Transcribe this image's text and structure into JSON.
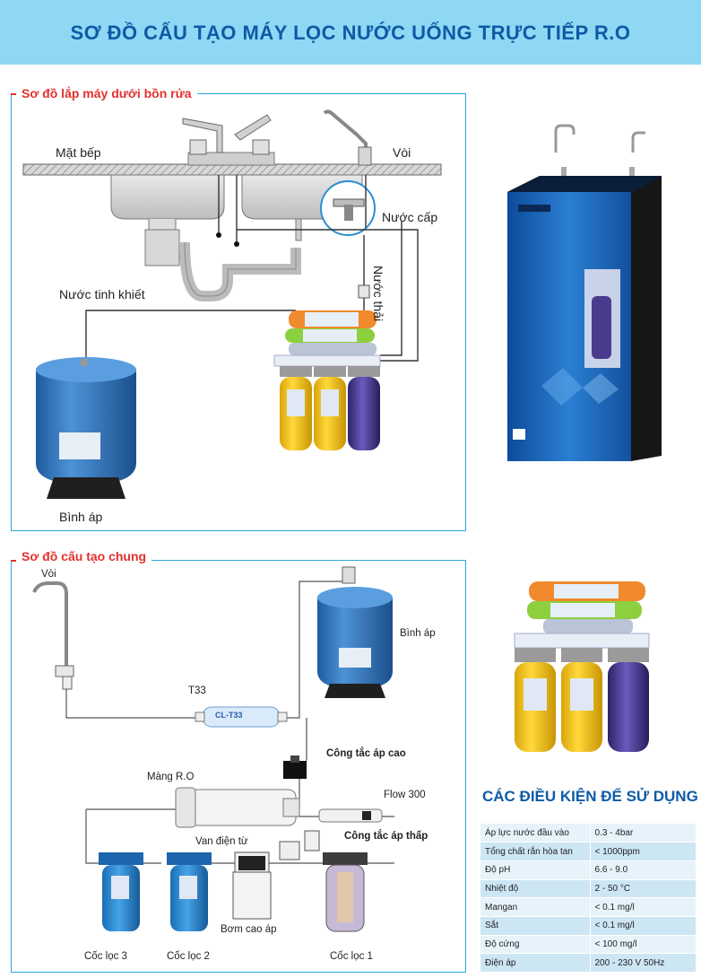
{
  "header": {
    "title": "SƠ ĐỒ CẤU TẠO MÁY LỌC NƯỚC UỐNG TRỰC TIẾP R.O"
  },
  "section_under_sink": {
    "title": "Sơ đồ lắp máy dưới bồn rửa",
    "labels": {
      "countertop": "Mặt bếp",
      "faucet": "Vòi",
      "supply_water": "Nước cấp",
      "waste_water": "Nước thải",
      "pure_water": "Nước tinh khiết",
      "pressure_tank": "Bình áp"
    }
  },
  "section_structure": {
    "title": "Sơ đồ cấu tạo chung",
    "labels": {
      "faucet": "Vòi",
      "pressure_tank": "Bình áp",
      "t33": "T33",
      "t33_cartridge": "CL-T33",
      "high_pressure_switch": "Công tắc áp cao",
      "ro_membrane": "Màng R.O",
      "flow": "Flow 300",
      "solenoid_valve": "Van điện từ",
      "low_pressure_switch": "Công tắc áp thấp",
      "filter3": "Cốc lọc 3",
      "filter2": "Cốc lọc 2",
      "booster_pump": "Bơm cao áp",
      "filter1": "Cốc lọc 1"
    }
  },
  "conditions": {
    "title": "CÁC ĐIỀU KIỆN ĐỂ SỬ DỤNG MÁY",
    "rows": [
      {
        "label": "Áp lực nước đầu vào",
        "value": "0.3 - 4bar"
      },
      {
        "label": "Tổng chất rắn hòa tan",
        "value": "< 1000ppm"
      },
      {
        "label": "Độ pH",
        "value": "6.6 - 9.0"
      },
      {
        "label": "Nhiệt độ",
        "value": "2 - 50 °C"
      },
      {
        "label": "Mangan",
        "value": "< 0.1 mg/l"
      },
      {
        "label": "Sắt",
        "value": "< 0.1 mg/l"
      },
      {
        "label": "Độ cứng",
        "value": "< 100 mg/l"
      },
      {
        "label": "Điện áp",
        "value": "200 - 230 V 50Hz"
      }
    ]
  },
  "colors": {
    "banner": "#8ed8f4",
    "title": "#0d5ba6",
    "section_title": "#e3302d",
    "frame": "#29a8dd",
    "tank_blue": "#2e72b8",
    "housing_yellow": "#f2c21a",
    "housing_purple": "#4a3b8f"
  }
}
